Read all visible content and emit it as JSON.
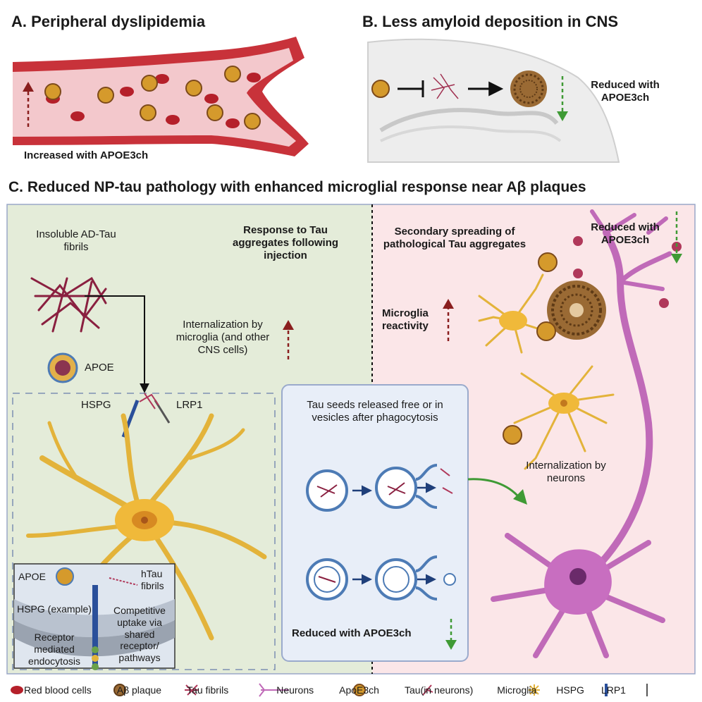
{
  "panel_a": {
    "title": "A. Peripheral dyslipidemia",
    "note": "Increased with APOE3ch"
  },
  "panel_b": {
    "title": "B. Less amyloid deposition in CNS",
    "note": "Reduced with APOE3ch"
  },
  "panel_c": {
    "title": "C. Reduced NP-tau pathology with enhanced microglial response near Aβ plaques",
    "insoluble": "Insoluble AD-Tau fibrils",
    "response": "Response to Tau aggregates following injection",
    "internalization_microglia": "Internalization by microglia (and other CNS cells)",
    "apoe": "APOE",
    "hspg": "HSPG",
    "lrp1": "LRP1",
    "secondary": "Secondary spreading of pathological Tau aggregates",
    "reduced_top": "Reduced with APOE3ch",
    "microglia_reactivity": "Microglia reactivity",
    "seeds_box": "Tau seeds released free or in vesicles after phagocytosis",
    "seeds_reduced": "Reduced with APOE3ch",
    "internalization_neurons": "Internalization by neurons",
    "inset": {
      "apoe": "APOE",
      "htau": "hTau fibrils",
      "hspg": "HSPG (example)",
      "competitive": "Competitive uptake via shared receptor/ pathways",
      "receptor": "Receptor mediated endocytosis"
    }
  },
  "legend": [
    {
      "label": "Red blood cells",
      "icon": "red-blood-cell-icon"
    },
    {
      "label": "Aβ plaque",
      "icon": "amyloid-plaque-icon"
    },
    {
      "label": "Tau fibrils",
      "icon": "tau-fibril-icon"
    },
    {
      "label": "Neurons",
      "icon": "neuron-icon"
    },
    {
      "label": "ApoE3ch",
      "icon": "apoe3ch-icon"
    },
    {
      "label": "Tau(in neurons)",
      "icon": "tau-in-neuron-icon"
    },
    {
      "label": "Microglia",
      "icon": "microglia-icon"
    },
    {
      "label": "HSPG",
      "icon": "hspg-icon"
    },
    {
      "label": "LRP1",
      "icon": "lrp1-icon"
    }
  ],
  "colors": {
    "vessel": "#c8323a",
    "rbc": "#b5202a",
    "left_bg": "#e4ecd9",
    "right_bg": "#fbe6e8",
    "box_bg": "#e8eef8",
    "microglia": "#e3b33a",
    "neuron": "#c06ab8",
    "tau": "#8a2040",
    "plaque": "#7a4a1c",
    "up_arrow": "#8a1e1e",
    "down_arrow": "#3f9a35"
  }
}
